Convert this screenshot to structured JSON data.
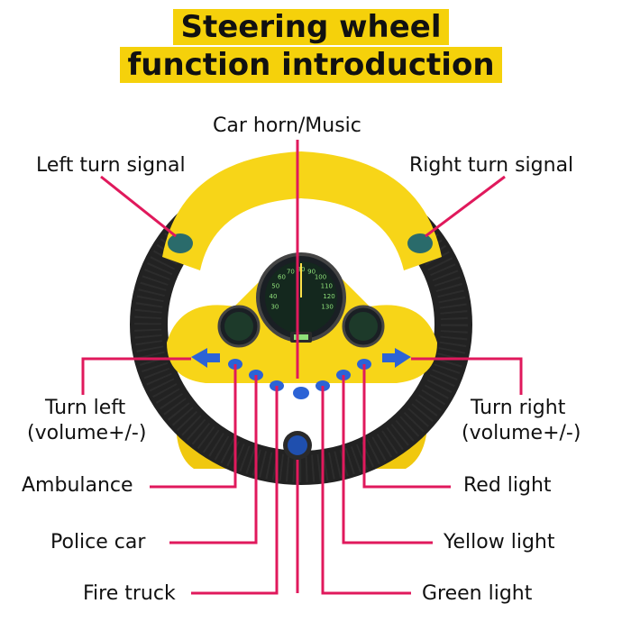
{
  "title_line1": "Steering wheel",
  "title_line2": "function introduction",
  "accent_color": "#e0195c",
  "wheel_color": "#f7d518",
  "labels": {
    "car_horn": "Car horn/Music",
    "left_turn": "Left turn signal",
    "right_turn": "Right turn signal",
    "turn_left_1": "Turn left",
    "turn_left_2": "(volume+/-)",
    "turn_right_1": "Turn right",
    "turn_right_2": "(volume+/-)",
    "ambulance": "Ambulance",
    "police_car": "Police car",
    "fire_truck": "Fire truck",
    "red_light": "Red light",
    "yellow_light": "Yellow light",
    "green_light": "Green light"
  },
  "gauge_numbers": [
    "30",
    "40",
    "50",
    "60",
    "70",
    "80",
    "90",
    "100",
    "110",
    "120",
    "130"
  ]
}
